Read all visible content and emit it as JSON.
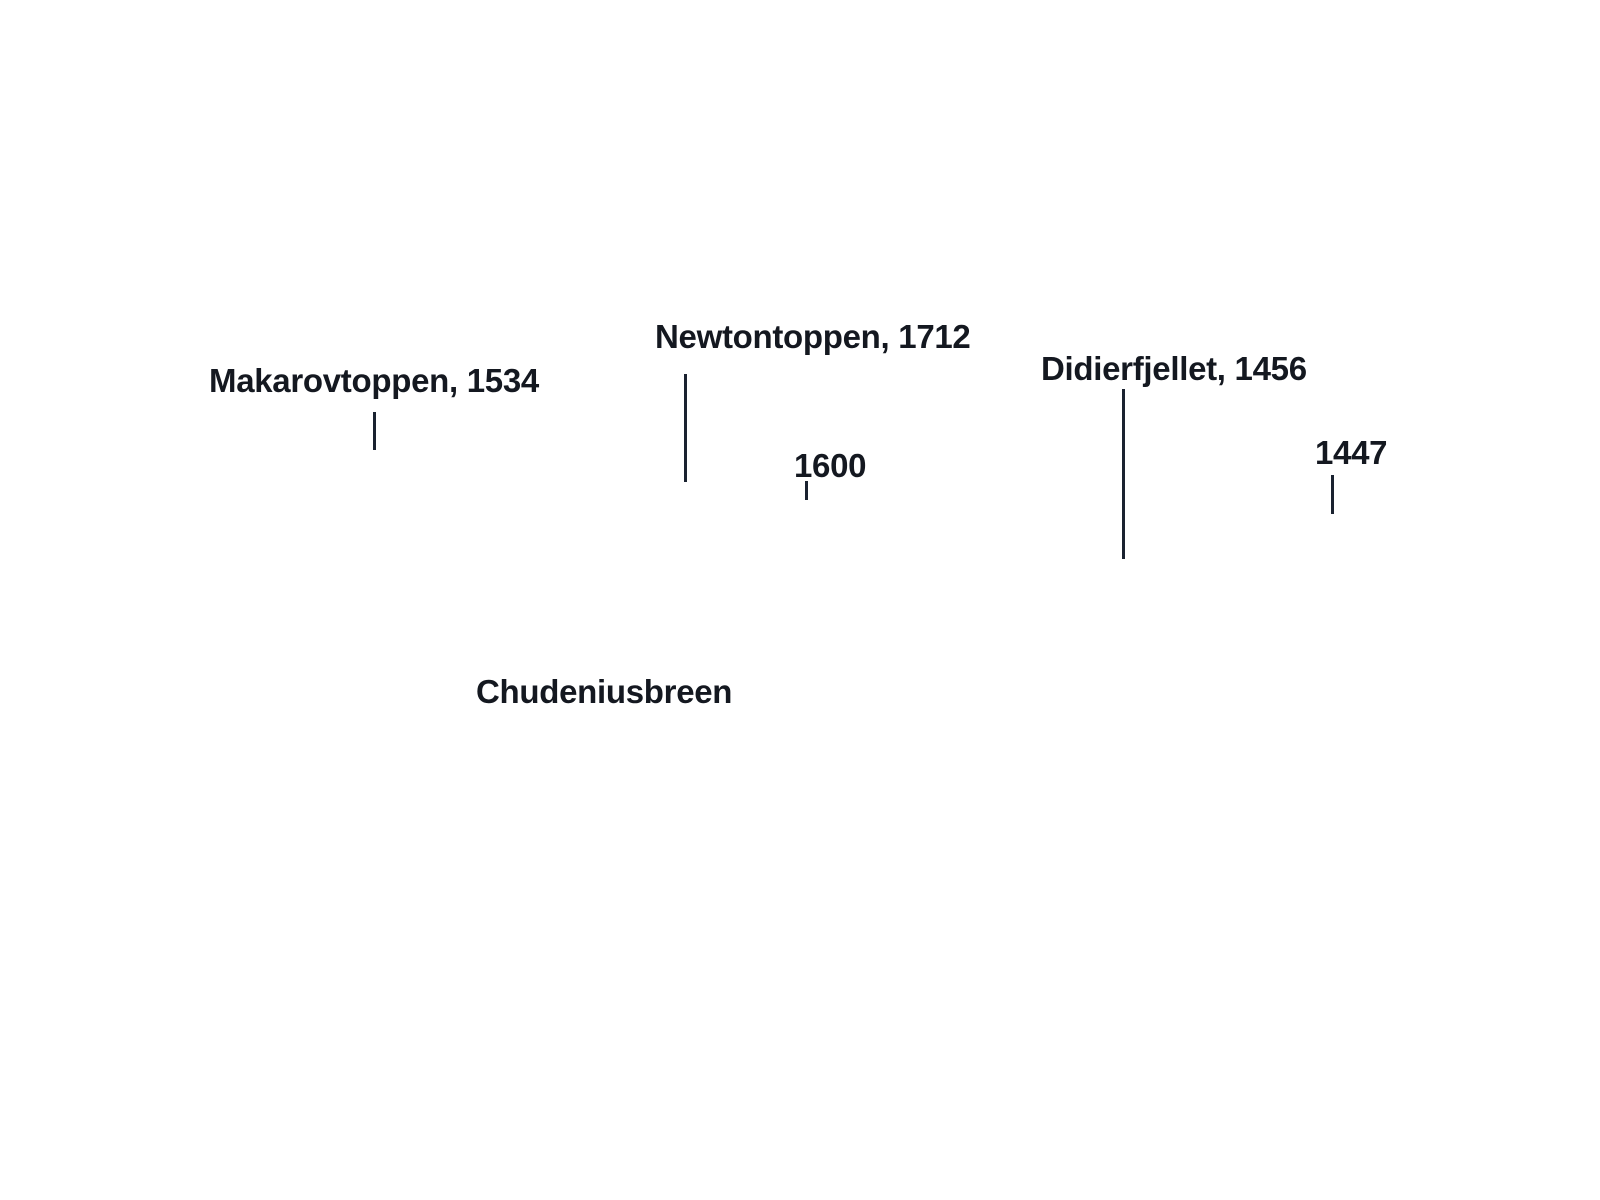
{
  "colors": {
    "background": "#ffffff",
    "text": "#141820",
    "line": "#1a2230"
  },
  "peaks": [
    {
      "name": "Makarovtoppen, 1534"
    },
    {
      "name": "Newtontoppen, 1712"
    },
    {
      "name": "Didierfjellet, 1456"
    }
  ],
  "spot_heights": [
    {
      "label": "1600"
    },
    {
      "label": "1447"
    }
  ],
  "glaciers": [
    {
      "name": "Chudeniusbreen"
    }
  ]
}
